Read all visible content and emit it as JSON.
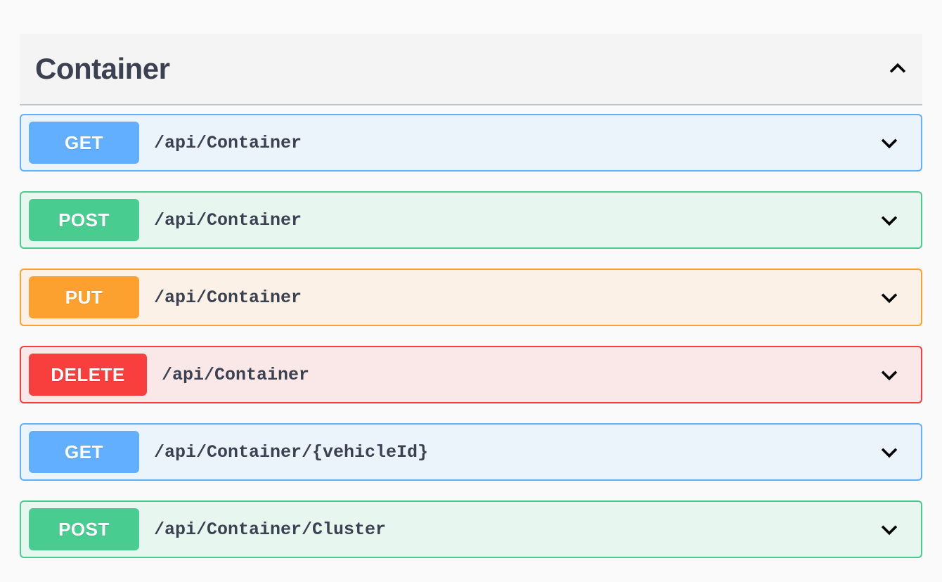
{
  "tag": {
    "title": "Container",
    "collapse_icon": "chevron-up-icon",
    "expanded": true
  },
  "operations": [
    {
      "method": "GET",
      "path": "/api/Container",
      "method_class": "m-get",
      "expand_icon": "chevron-down-icon"
    },
    {
      "method": "POST",
      "path": "/api/Container",
      "method_class": "m-post",
      "expand_icon": "chevron-down-icon"
    },
    {
      "method": "PUT",
      "path": "/api/Container",
      "method_class": "m-put",
      "expand_icon": "chevron-down-icon"
    },
    {
      "method": "DELETE",
      "path": "/api/Container",
      "method_class": "m-delete",
      "expand_icon": "chevron-down-icon"
    },
    {
      "method": "GET",
      "path": "/api/Container/{vehicleId}",
      "method_class": "m-get",
      "expand_icon": "chevron-down-icon"
    },
    {
      "method": "POST",
      "path": "/api/Container/Cluster",
      "method_class": "m-post",
      "expand_icon": "chevron-down-icon"
    }
  ],
  "colors": {
    "get": "#61affe",
    "post": "#49cc90",
    "put": "#fca130",
    "delete": "#f93e3e",
    "get_bg": "#ebf3fb",
    "post_bg": "#e8f6f0",
    "put_bg": "#fbf1e6",
    "delete_bg": "#fae7e7",
    "text": "#3b4151",
    "header_bg": "#f4f4f4",
    "page_bg": "#fafafa"
  }
}
